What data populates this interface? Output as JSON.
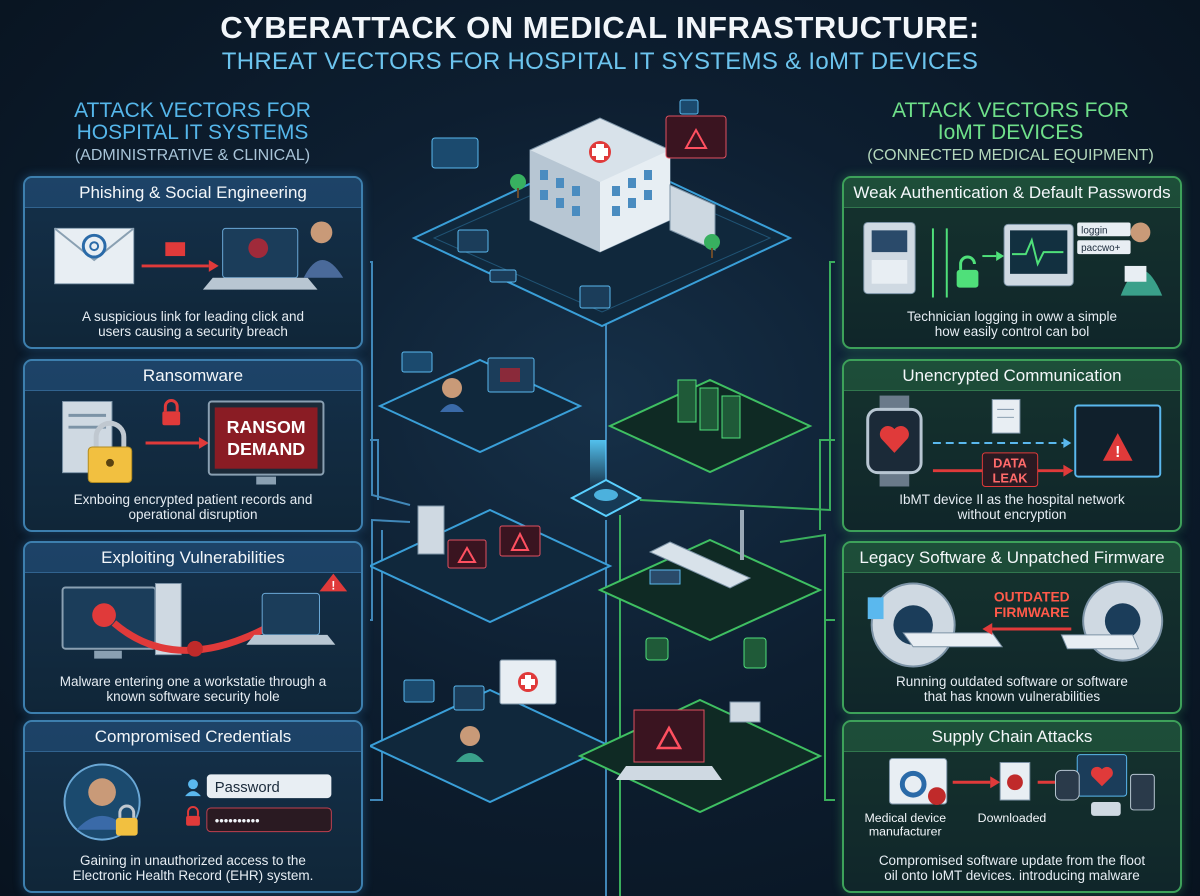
{
  "title": {
    "line1": "CYBERATTACK ON MEDICAL INFRASTRUCTURE:",
    "line2": "THREAT VECTORS FOR HOSPITAL IT SYSTEMS & IoMT DEVICES"
  },
  "left_column": {
    "heading1": "ATTACK VECTORS FOR",
    "heading2": "HOSPITAL IT SYSTEMS",
    "subheading": "(ADMINISTRATIVE & CLINICAL)",
    "panels": [
      {
        "title": "Phishing & Social Engineering",
        "desc1": "A suspicious link for leading click and",
        "desc2": "users causing a security breach"
      },
      {
        "title": "Ransomware",
        "desc1": "Exnboing encrypted patient records and",
        "desc2": "operational disruption",
        "sign1": "RANSOM",
        "sign2": "DEMAND"
      },
      {
        "title": "Exploiting Vulnerabilities",
        "desc1": "Malware entering one a workstatie through a",
        "desc2": "known software security hole"
      },
      {
        "title": "Compromised Credentials",
        "desc1": "Gaining in unauthorized access to the",
        "desc2": "Electronic Health Record (EHR) system.",
        "field_password": "Password",
        "field_mask": "••••••••••"
      }
    ]
  },
  "right_column": {
    "heading1": "ATTACK VECTORS FOR",
    "heading2": "IoMT DEVICES",
    "subheading": "(CONNECTED MEDICAL EQUIPMENT)",
    "panels": [
      {
        "title": "Weak Authentication & Default Passwords",
        "desc1": "Technician logging in oww a simple",
        "desc2": "how easily control can bol",
        "login1": "loggin",
        "login2": "paccwo+"
      },
      {
        "title": "Unencrypted Communication",
        "desc1": "IbMT device Il as the hospital network",
        "desc2": "without encryption",
        "tag1": "DATA",
        "tag2": "LEAK"
      },
      {
        "title": "Legacy Software & Unpatched Firmware",
        "desc1": "Running outdated software or software",
        "desc2": "that has known vulnerabilities",
        "tag1": "OUTDATED",
        "tag2": "FIRMWARE"
      },
      {
        "title": "Supply Chain Attacks",
        "desc1": "Compromised software update from the floot",
        "desc2": "oil onto IoMT devices. introducing malware",
        "label_manufacturer1": "Medical device",
        "label_manufacturer2": "manufacturer",
        "label_downloaded": "Downloaded"
      }
    ]
  },
  "colors": {
    "it_accent": "#55b6ea",
    "iomt_accent": "#6fe08a",
    "alert_red": "#e03a3a",
    "lock_yellow": "#f2c040"
  }
}
